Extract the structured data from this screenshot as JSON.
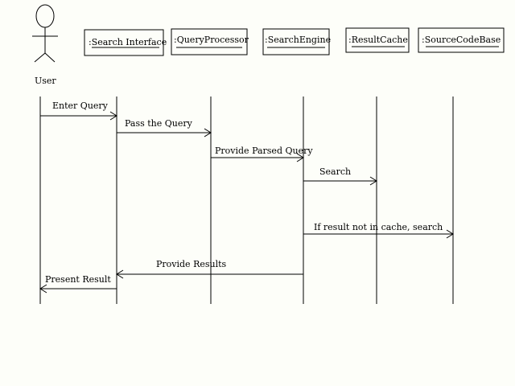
{
  "actor": {
    "label": "User"
  },
  "objects": [
    {
      "label": ":Search Interface"
    },
    {
      "label": ":QueryProcessor"
    },
    {
      "label": ":SearchEngine"
    },
    {
      "label": ":ResultCache"
    },
    {
      "label": ":SourceCodeBase"
    }
  ],
  "messages": [
    {
      "label": "Enter Query"
    },
    {
      "label": "Pass the Query"
    },
    {
      "label": "Provide Parsed Query"
    },
    {
      "label": "Search"
    },
    {
      "label": "If result not in cache, search"
    },
    {
      "label": "Provide Results"
    },
    {
      "label": "Present Result"
    }
  ]
}
